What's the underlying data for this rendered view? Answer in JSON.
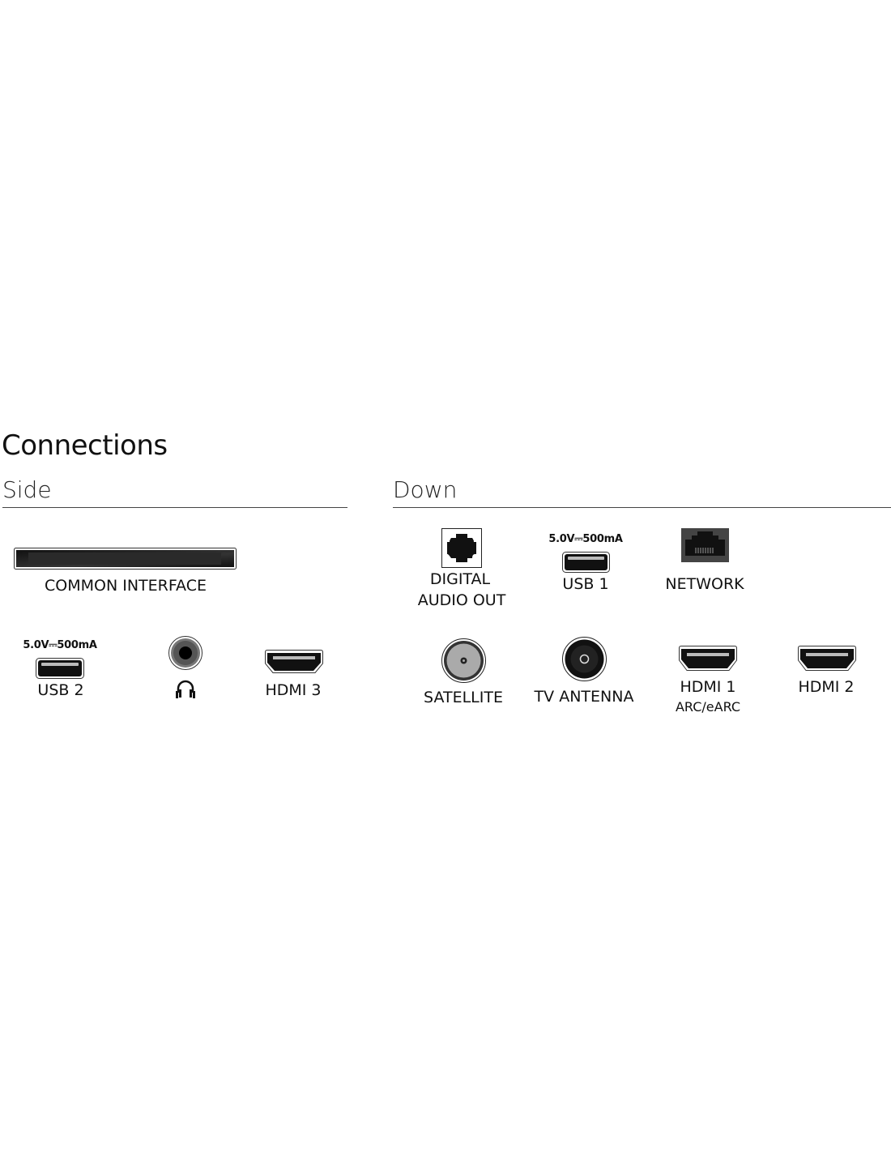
{
  "title": "Connections",
  "side": {
    "heading": "Side",
    "ports": {
      "common_interface": "COMMON INTERFACE",
      "usb2_spec": "5.0V⎓500mA",
      "usb2": "USB 2",
      "headphone": "headphone-icon",
      "hdmi3": "HDMI 3"
    }
  },
  "down": {
    "heading": "Down",
    "ports": {
      "digital_audio_line1": "DIGITAL",
      "digital_audio_line2": "AUDIO OUT",
      "usb1_spec": "5.0V⎓500mA",
      "usb1": "USB 1",
      "network": "NETWORK",
      "satellite": "SATELLITE",
      "tv_antenna": "TV ANTENNA",
      "hdmi1": "HDMI 1",
      "hdmi1_sub": "ARC/eARC",
      "hdmi2": "HDMI 2"
    }
  }
}
